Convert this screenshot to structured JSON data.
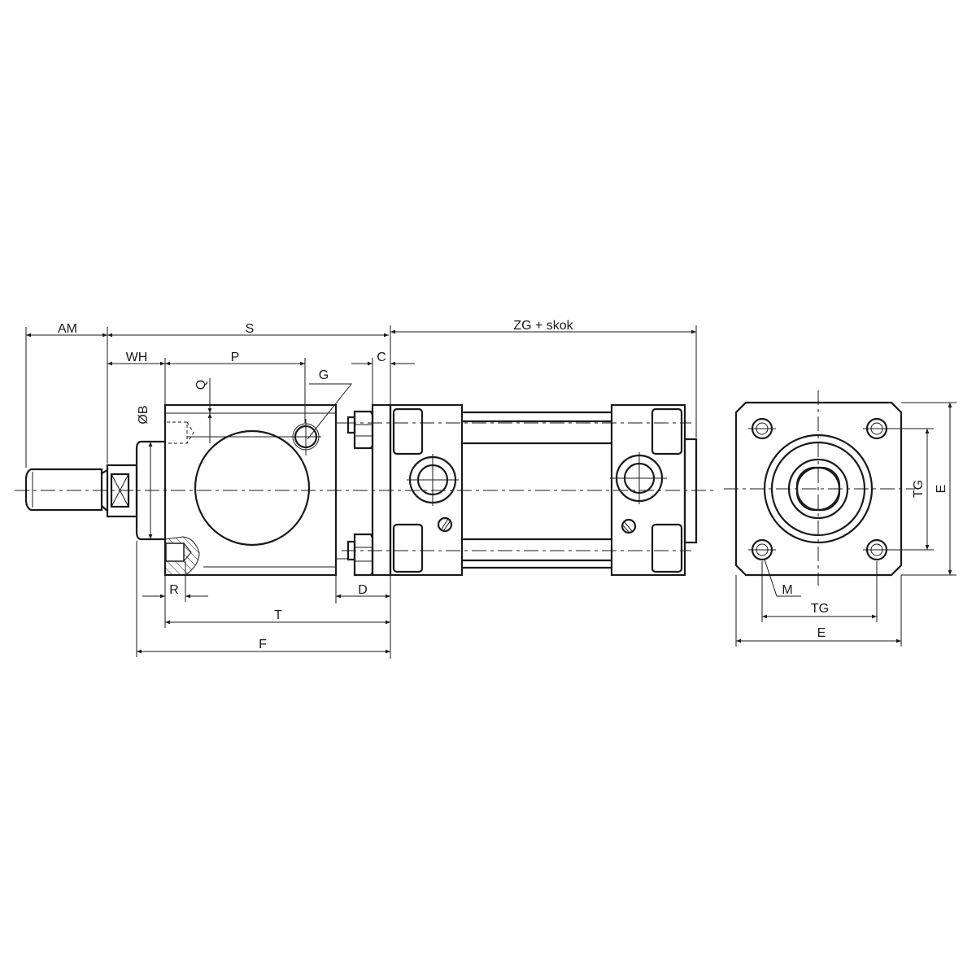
{
  "labels": {
    "am": "AM",
    "s": "S",
    "zg": "ZG + skok",
    "wh": "WH",
    "p": "P",
    "c": "C",
    "g": "G",
    "q": "Q",
    "b": "ØB",
    "r": "R",
    "d": "D",
    "t": "T",
    "f": "F",
    "tg_v": "TG",
    "e_v": "E",
    "m": "M",
    "tg_h": "TG",
    "e_h": "E"
  },
  "colors": {
    "line": "#1a1a1a",
    "background": "#ffffff"
  }
}
